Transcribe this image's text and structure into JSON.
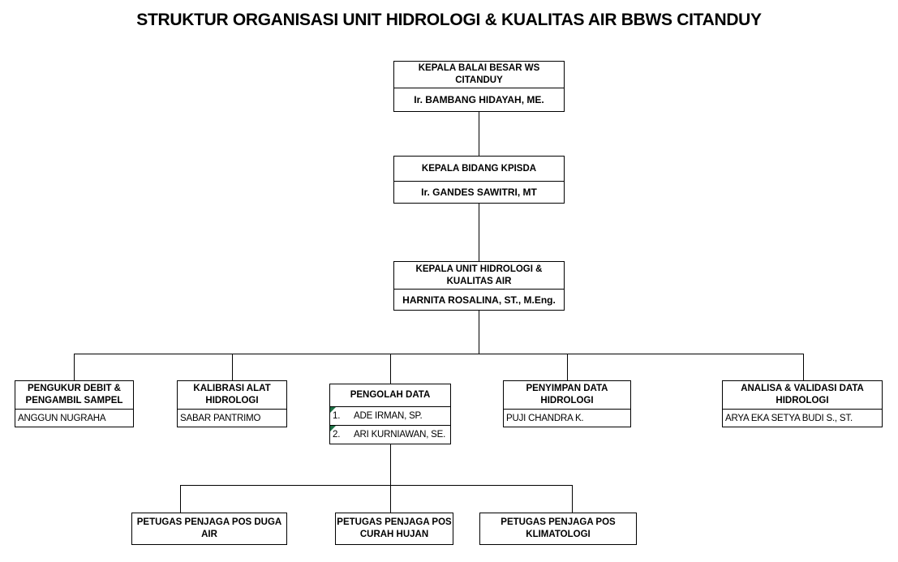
{
  "title": "STRUKTUR ORGANISASI UNIT HIDROLOGI & KUALITAS AIR BBWS CITANDUY",
  "colors": {
    "background": "#ffffff",
    "border": "#000000",
    "text": "#000000",
    "cell_error_triangle": "#1E7145"
  },
  "org": {
    "level1": {
      "role": "KEPALA BALAI BESAR WS CITANDUY",
      "name": "Ir. BAMBANG HIDAYAH, ME."
    },
    "level2": {
      "role": "KEPALA BIDANG KPISDA",
      "name": "Ir. GANDES SAWITRI, MT"
    },
    "level3": {
      "role": "KEPALA UNIT HIDROLOGI & KUALITAS AIR",
      "name": "HARNITA ROSALINA, ST., M.Eng."
    },
    "units": [
      {
        "role": "PENGUKUR DEBIT & PENGAMBIL SAMPEL",
        "name": "ANGGUN NUGRAHA"
      },
      {
        "role": "KALIBRASI ALAT HIDROLOGI",
        "name": "SABAR PANTRIMO"
      },
      {
        "role": "PENGOLAH DATA",
        "member_numbers": [
          "1.",
          "2."
        ],
        "members": [
          "ADE IRMAN, SP.",
          "ARI KURNIAWAN, SE."
        ]
      },
      {
        "role": "PENYIMPAN DATA HIDROLOGI",
        "name": "PUJI CHANDRA K."
      },
      {
        "role": "ANALISA & VALIDASI DATA HIDROLOGI",
        "name": "ARYA EKA SETYA BUDI S., ST."
      }
    ],
    "field_posts": [
      {
        "role": "PETUGAS PENJAGA POS DUGA AIR"
      },
      {
        "role": "PETUGAS PENJAGA POS CURAH HUJAN"
      },
      {
        "role": "PETUGAS PENJAGA POS KLIMATOLOGI"
      }
    ]
  }
}
